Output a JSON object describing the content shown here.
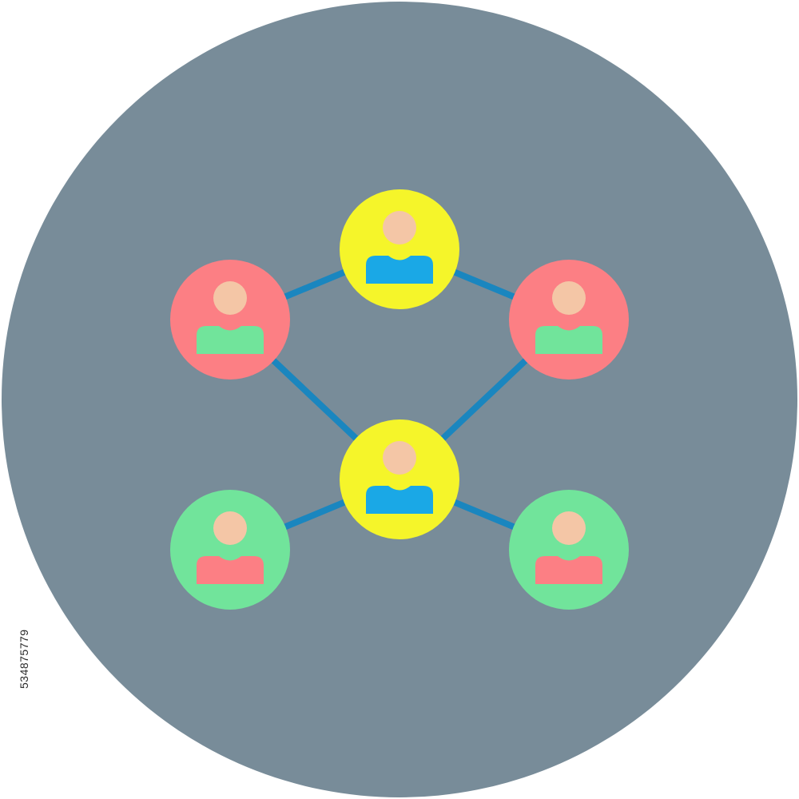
{
  "icon": {
    "name": "people-network-icon",
    "colors": {
      "background_circle": "#788c99",
      "connector_line": "#1a86bf",
      "yellow_node": "#f5f52a",
      "red_node": "#fc7f84",
      "green_node": "#71e49b",
      "skin": "#f4c6a6",
      "blue_body": "#1aa8e6",
      "green_body": "#71e49b",
      "red_body": "#fc7f84"
    },
    "nodes": [
      {
        "id": "top-center",
        "color": "yellow",
        "body": "blue"
      },
      {
        "id": "upper-left",
        "color": "red",
        "body": "green"
      },
      {
        "id": "upper-right",
        "color": "red",
        "body": "green"
      },
      {
        "id": "center",
        "color": "yellow",
        "body": "blue"
      },
      {
        "id": "lower-left",
        "color": "green",
        "body": "red"
      },
      {
        "id": "lower-right",
        "color": "green",
        "body": "red"
      }
    ],
    "links": [
      [
        "top-center",
        "upper-left"
      ],
      [
        "top-center",
        "upper-right"
      ],
      [
        "upper-left",
        "center"
      ],
      [
        "upper-right",
        "center"
      ],
      [
        "center",
        "lower-left"
      ],
      [
        "center",
        "lower-right"
      ]
    ]
  },
  "stock_id": "534875779"
}
